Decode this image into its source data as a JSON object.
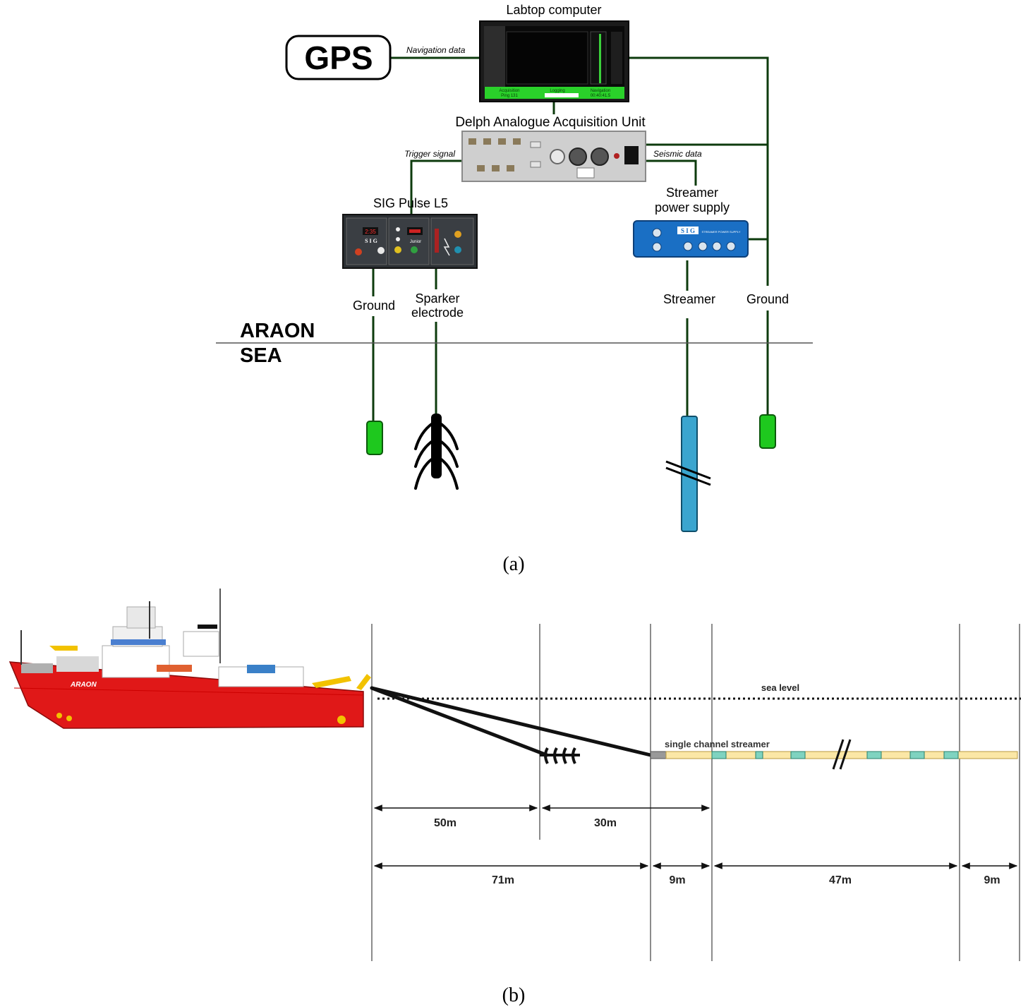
{
  "panel_a": {
    "caption": "(a)",
    "gps_label": "GPS",
    "laptop_label": "Labtop computer",
    "laptop_screen": {
      "status_left": "Acquisition",
      "status_mid": "Logging",
      "status_right": "Navigation",
      "ping": "Ping 131",
      "clock": "00:40:41.5"
    },
    "navigation_data_label": "Navigation data",
    "delph_label": "Delph Analogue Acquisition Unit",
    "trigger_signal_label": "Trigger signal",
    "seismic_data_label": "Seismic data",
    "sig_pulse_label": "SIG Pulse L5",
    "sig_pulse_panel": {
      "brand": "S I G",
      "display": "2:35",
      "knob_label": "Junior"
    },
    "streamer_power_label_line1": "Streamer",
    "streamer_power_label_line2": "power supply",
    "streamer_power_panel": {
      "brand": "S I G",
      "subtitle": "STREAMER POWER SUPPLY"
    },
    "ground_left_label": "Ground",
    "sparker_label_line1": "Sparker",
    "sparker_label_line2": "electrode",
    "streamer_label": "Streamer",
    "ground_right_label": "Ground",
    "araon_label": "ARAON",
    "sea_label": "SEA",
    "colors": {
      "cable": "#0d3b0d",
      "ground_electrode": "#1ec81e",
      "streamer": "#3aa5cf",
      "power_supply": "#1a6fc4",
      "sig_panel": "#2b2f33",
      "laptop_status_bar": "#2ad12a"
    }
  },
  "panel_b": {
    "caption": "(b)",
    "ship_name": "ARAON",
    "sea_level_label": "sea level",
    "streamer_label": "single channel streamer",
    "dimensions_row1": [
      "50m",
      "30m"
    ],
    "dimensions_row2": [
      "71m",
      "9m",
      "47m",
      "9m"
    ],
    "colors": {
      "hull": "#e01818",
      "crane": "#f2c200",
      "streamer_body": "#fbe7a6",
      "streamer_section": "#7fd3c0",
      "cable": "#111111"
    }
  }
}
